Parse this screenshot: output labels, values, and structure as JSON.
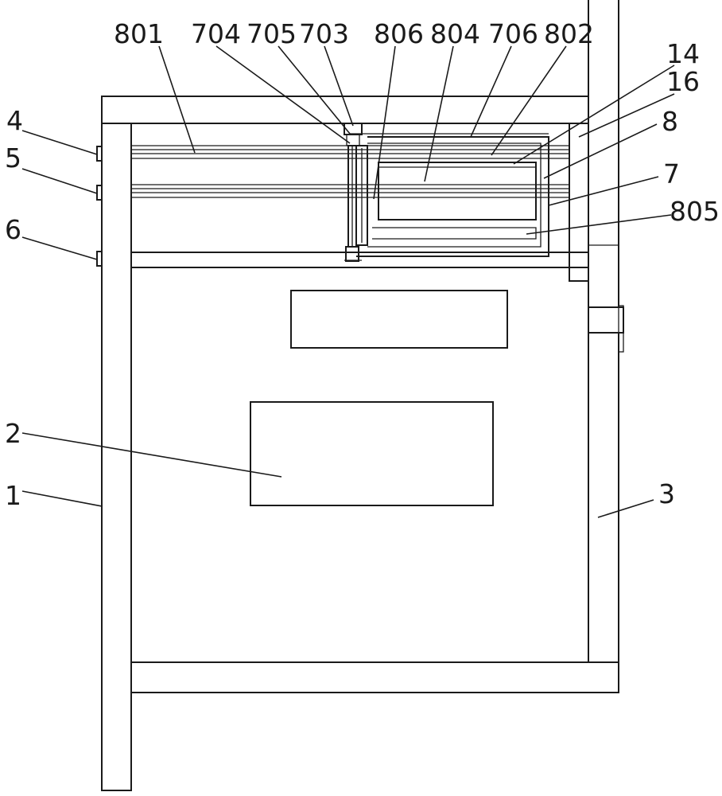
{
  "figure": {
    "background_color": "#ffffff",
    "line_color": "#1a1a1a",
    "callouts": {
      "801": "801",
      "704": "704",
      "705": "705",
      "703": "703",
      "806": "806",
      "804": "804",
      "706": "706",
      "802": "802",
      "14": "14",
      "16": "16",
      "8": "8",
      "7": "7",
      "805": "805",
      "4": "4",
      "5": "5",
      "6": "6",
      "2": "2",
      "1": "1",
      "3": "3"
    }
  }
}
